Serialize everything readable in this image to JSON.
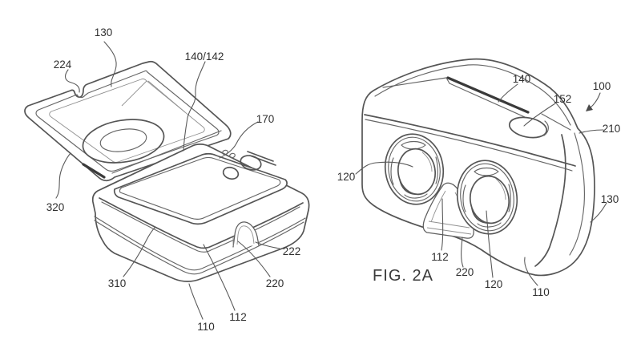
{
  "colors": {
    "background": "#ffffff",
    "line": "#555555",
    "line_dark": "#3a3a3a",
    "label_text": "#303030"
  },
  "caption": "FIG. 2A",
  "figure_left": {
    "labels": {
      "n130": "130",
      "n224": "224",
      "n140_142": "140/142",
      "n170": "170",
      "n320": "320",
      "n310": "310",
      "n110": "110",
      "n112": "112",
      "n222": "222",
      "n220": "220"
    }
  },
  "figure_right": {
    "labels": {
      "n140": "140",
      "n100": "100",
      "n152": "152",
      "n210": "210",
      "n120_left": "120",
      "n130": "130",
      "n112": "112",
      "n220": "220",
      "n120_bottom": "120",
      "n110": "110"
    }
  }
}
